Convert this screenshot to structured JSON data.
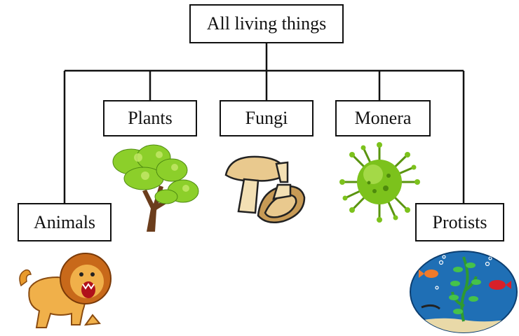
{
  "diagram": {
    "root": "All living things",
    "kingdoms": {
      "plants": "Plants",
      "fungi": "Fungi",
      "monera": "Monera",
      "animals": "Animals",
      "protists": "Protists"
    }
  },
  "icons": {
    "plants": "tree-icon",
    "fungi": "mushroom-icon",
    "monera": "bacteria-icon",
    "animals": "lion-icon",
    "protists": "aquarium-icon"
  },
  "colors": {
    "line": "#111111",
    "leaf": "#8ccf2a",
    "virus": "#7cc21c",
    "mushroom": "#e9c98e",
    "lion": "#e89a2c",
    "water": "#1f6fb5"
  }
}
